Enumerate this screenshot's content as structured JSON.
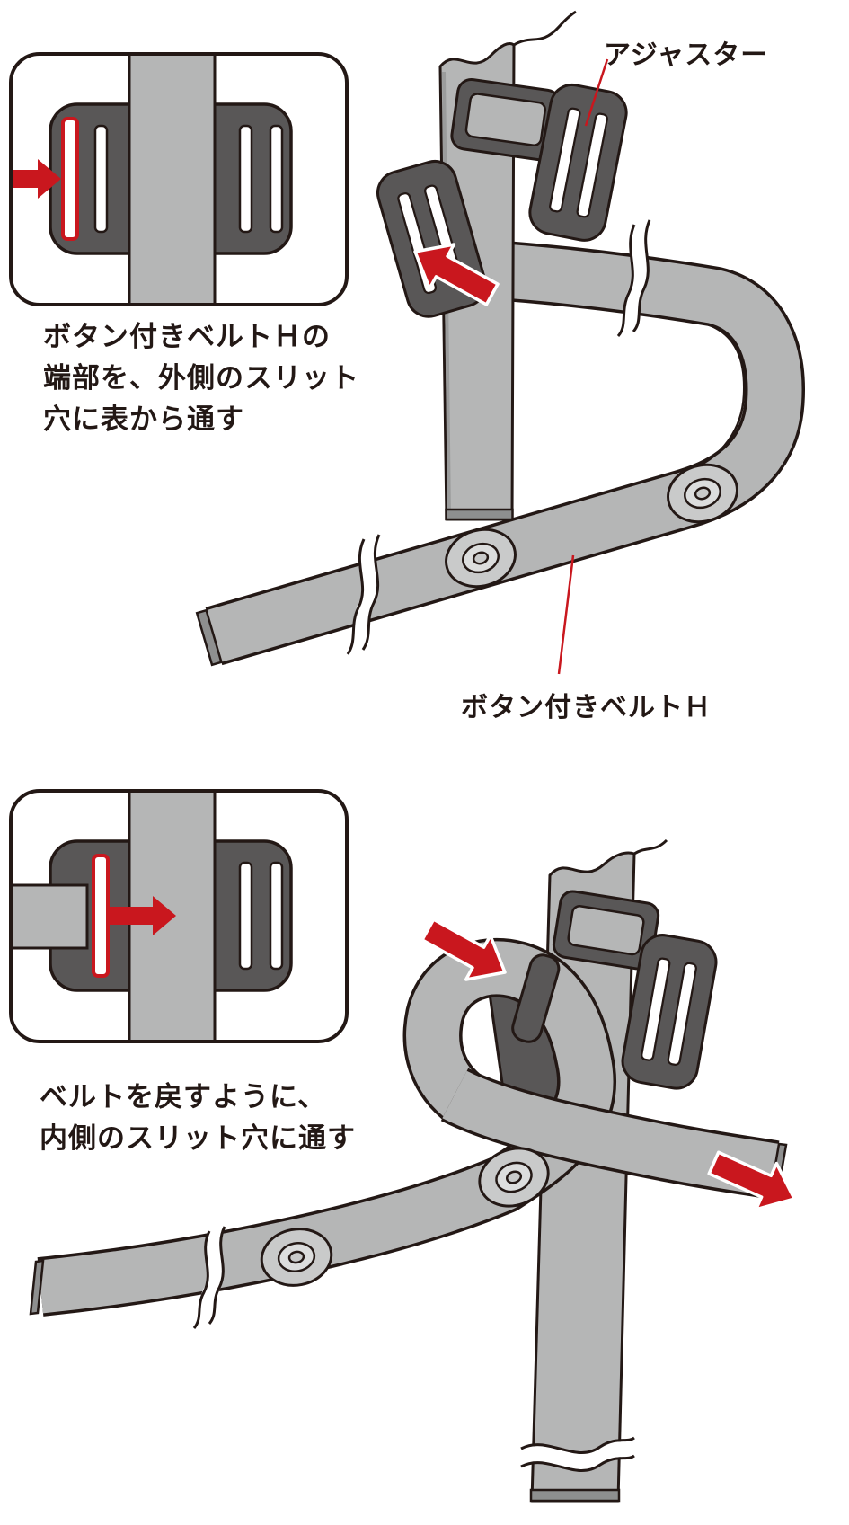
{
  "palette": {
    "arrow_red": "#c9171e",
    "belt_gray": "#b5b6b6",
    "buckle_dark_gray": "#595757",
    "outline_black": "#231815",
    "button_gray": "#c9caca",
    "edge_shadow_gray": "#8e8f8f",
    "background": "#ffffff"
  },
  "icons": {
    "red_arrow": "solid red block direction arrow (SVG polygon)",
    "snap_button": "concentric-ellipse belt snap button",
    "break_mark": "double wavy continuation break lines",
    "leader_line": "thin red callout leader line"
  },
  "step1": {
    "caption_lines": [
      "ボタン付きベルトＨの",
      "端部を、外側のスリット",
      "穴に表から通す"
    ],
    "adjuster_label": "アジャスター",
    "belt_label": "ボタン付きベルトＨ"
  },
  "step2": {
    "caption_lines": [
      "ベルトを戻すように、",
      "内側のスリット穴に通す"
    ]
  }
}
